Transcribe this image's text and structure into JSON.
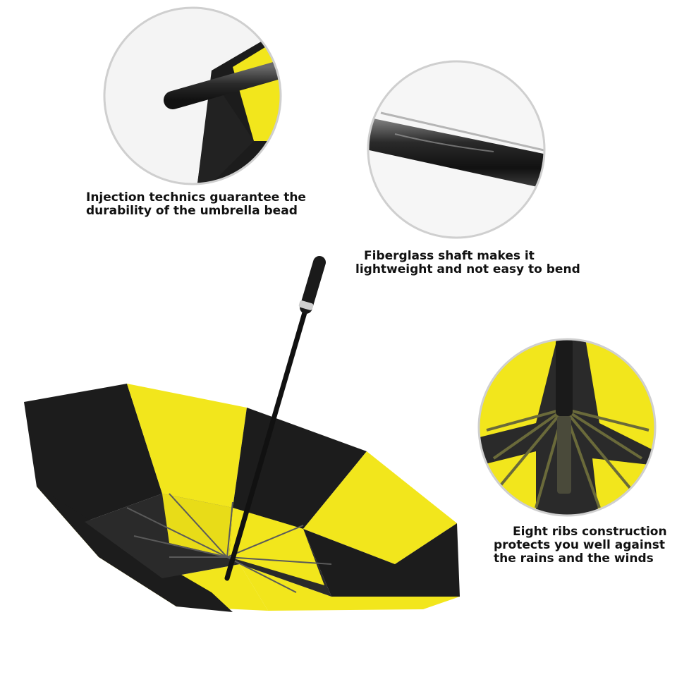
{
  "colors": {
    "canopy_yellow": "#f2e61c",
    "canopy_black": "#1c1c1c",
    "frame_gray": "#5a5a5a",
    "circle_border": "#cfcfcf",
    "text": "#111111"
  },
  "callouts": {
    "bead": {
      "line1": "Injection technics guarantee the",
      "line2": "durability of the umbrella bead"
    },
    "shaft": {
      "line1": "Fiberglass shaft makes it",
      "line2": "lightweight and not easy to bend"
    },
    "ribs": {
      "line1": "Eight ribs construction",
      "line2": "protects you well against",
      "line3": "the rains and the winds"
    }
  }
}
